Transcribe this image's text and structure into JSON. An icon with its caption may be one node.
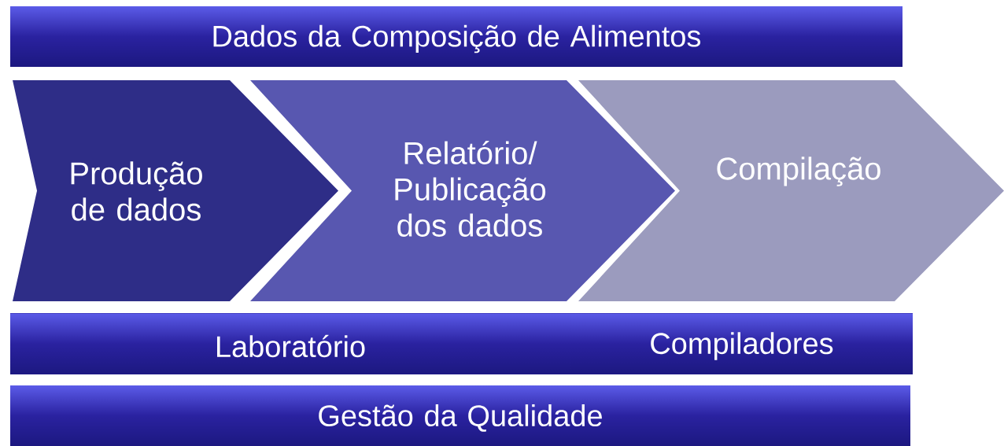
{
  "diagram": {
    "nodes": [
      {
        "text": [
          "Dados da Composição de Alimentos"
        ]
      },
      {
        "text": [
          "Produção de dados"
        ]
      },
      {
        "text": [
          "Relatório/ Publicação dos dados"
        ]
      },
      {
        "text": [
          "Compilação"
        ]
      },
      {
        "text": [
          "Laboratório"
        ]
      },
      {
        "text": [
          "Compiladores"
        ]
      },
      {
        "text": [
          "Gestão da Qualidade"
        ]
      }
    ]
  }
}
